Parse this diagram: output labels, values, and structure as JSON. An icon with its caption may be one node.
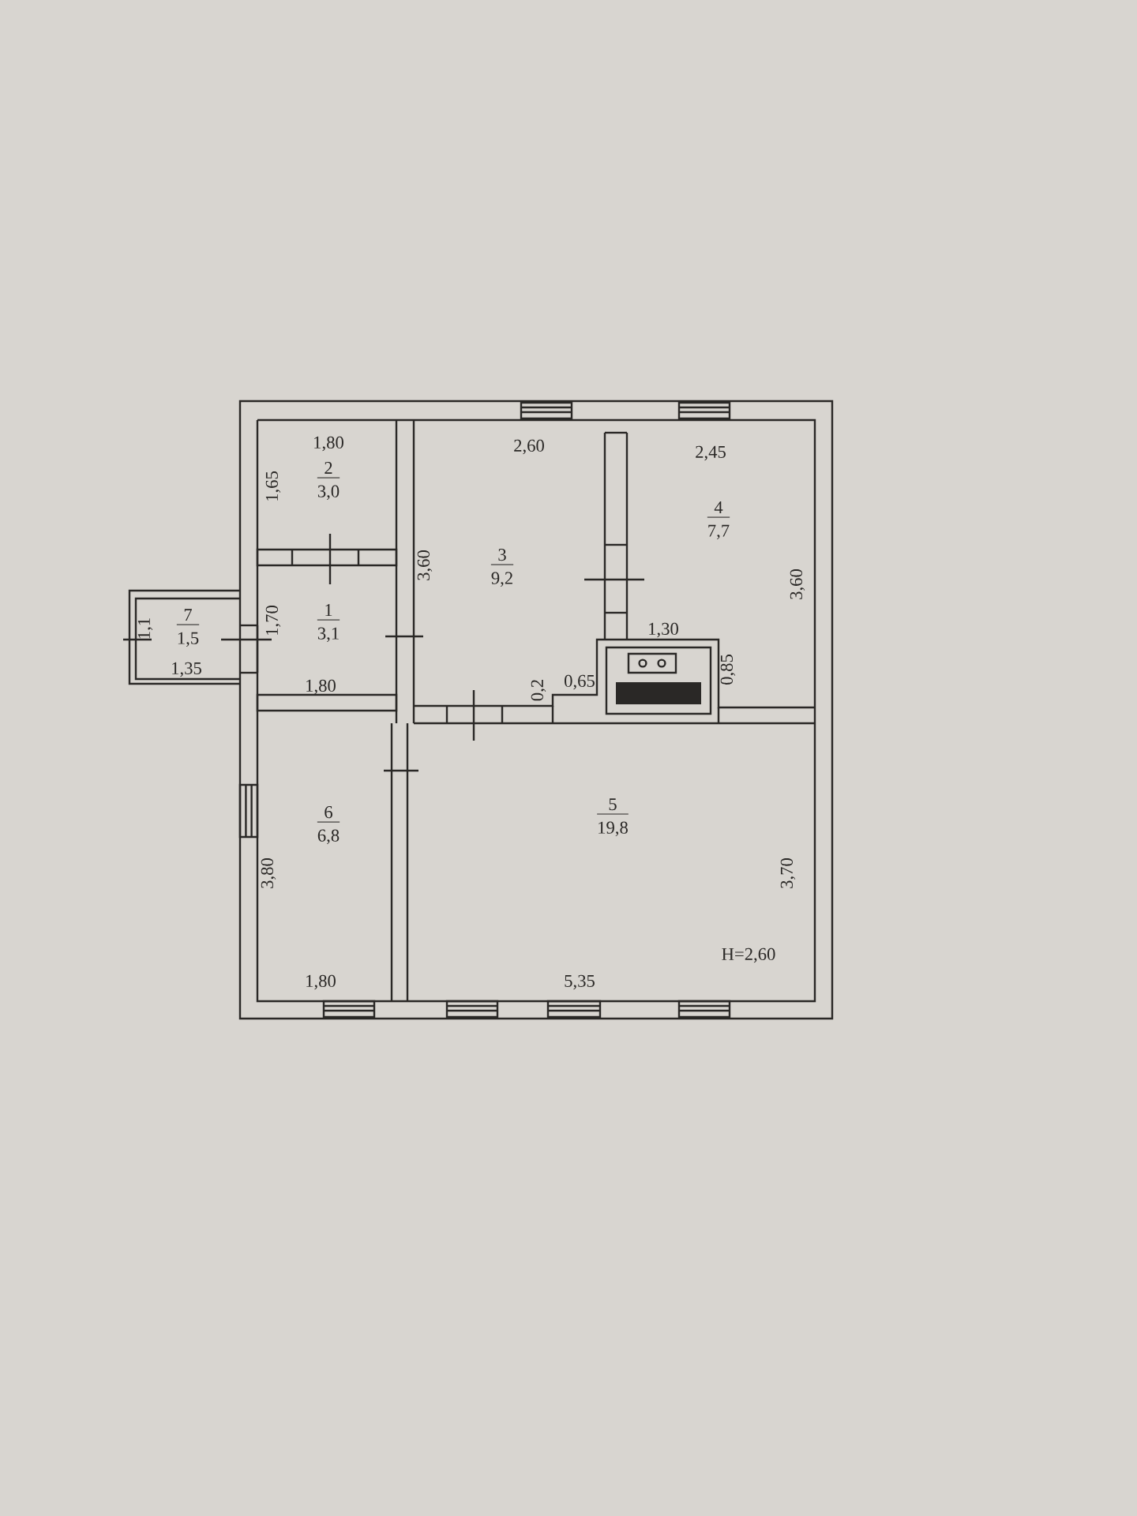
{
  "diagram": {
    "nodes": [
      {
        "text": [
          "2",
          "3,0"
        ]
      },
      {
        "text": [
          "7",
          "1,5"
        ]
      },
      {
        "text": [
          "1",
          "3,1"
        ]
      },
      {
        "text": [
          "3",
          "9,2"
        ]
      },
      {
        "text": [
          "4",
          "7,7"
        ]
      },
      {
        "text": [
          "6",
          "6,8"
        ]
      },
      {
        "text": [
          "5",
          "19,8"
        ]
      }
    ],
    "labels": [
      "1,80",
      "2,60",
      "2,45",
      "1,65",
      "3,60",
      "3,60",
      "1,70",
      "1,1",
      "1,30",
      "1,35",
      "1,80",
      "0,2",
      "0,65",
      "0,85",
      "3,80",
      "3,70",
      "H=2,60",
      "1,80",
      "5,35"
    ]
  }
}
